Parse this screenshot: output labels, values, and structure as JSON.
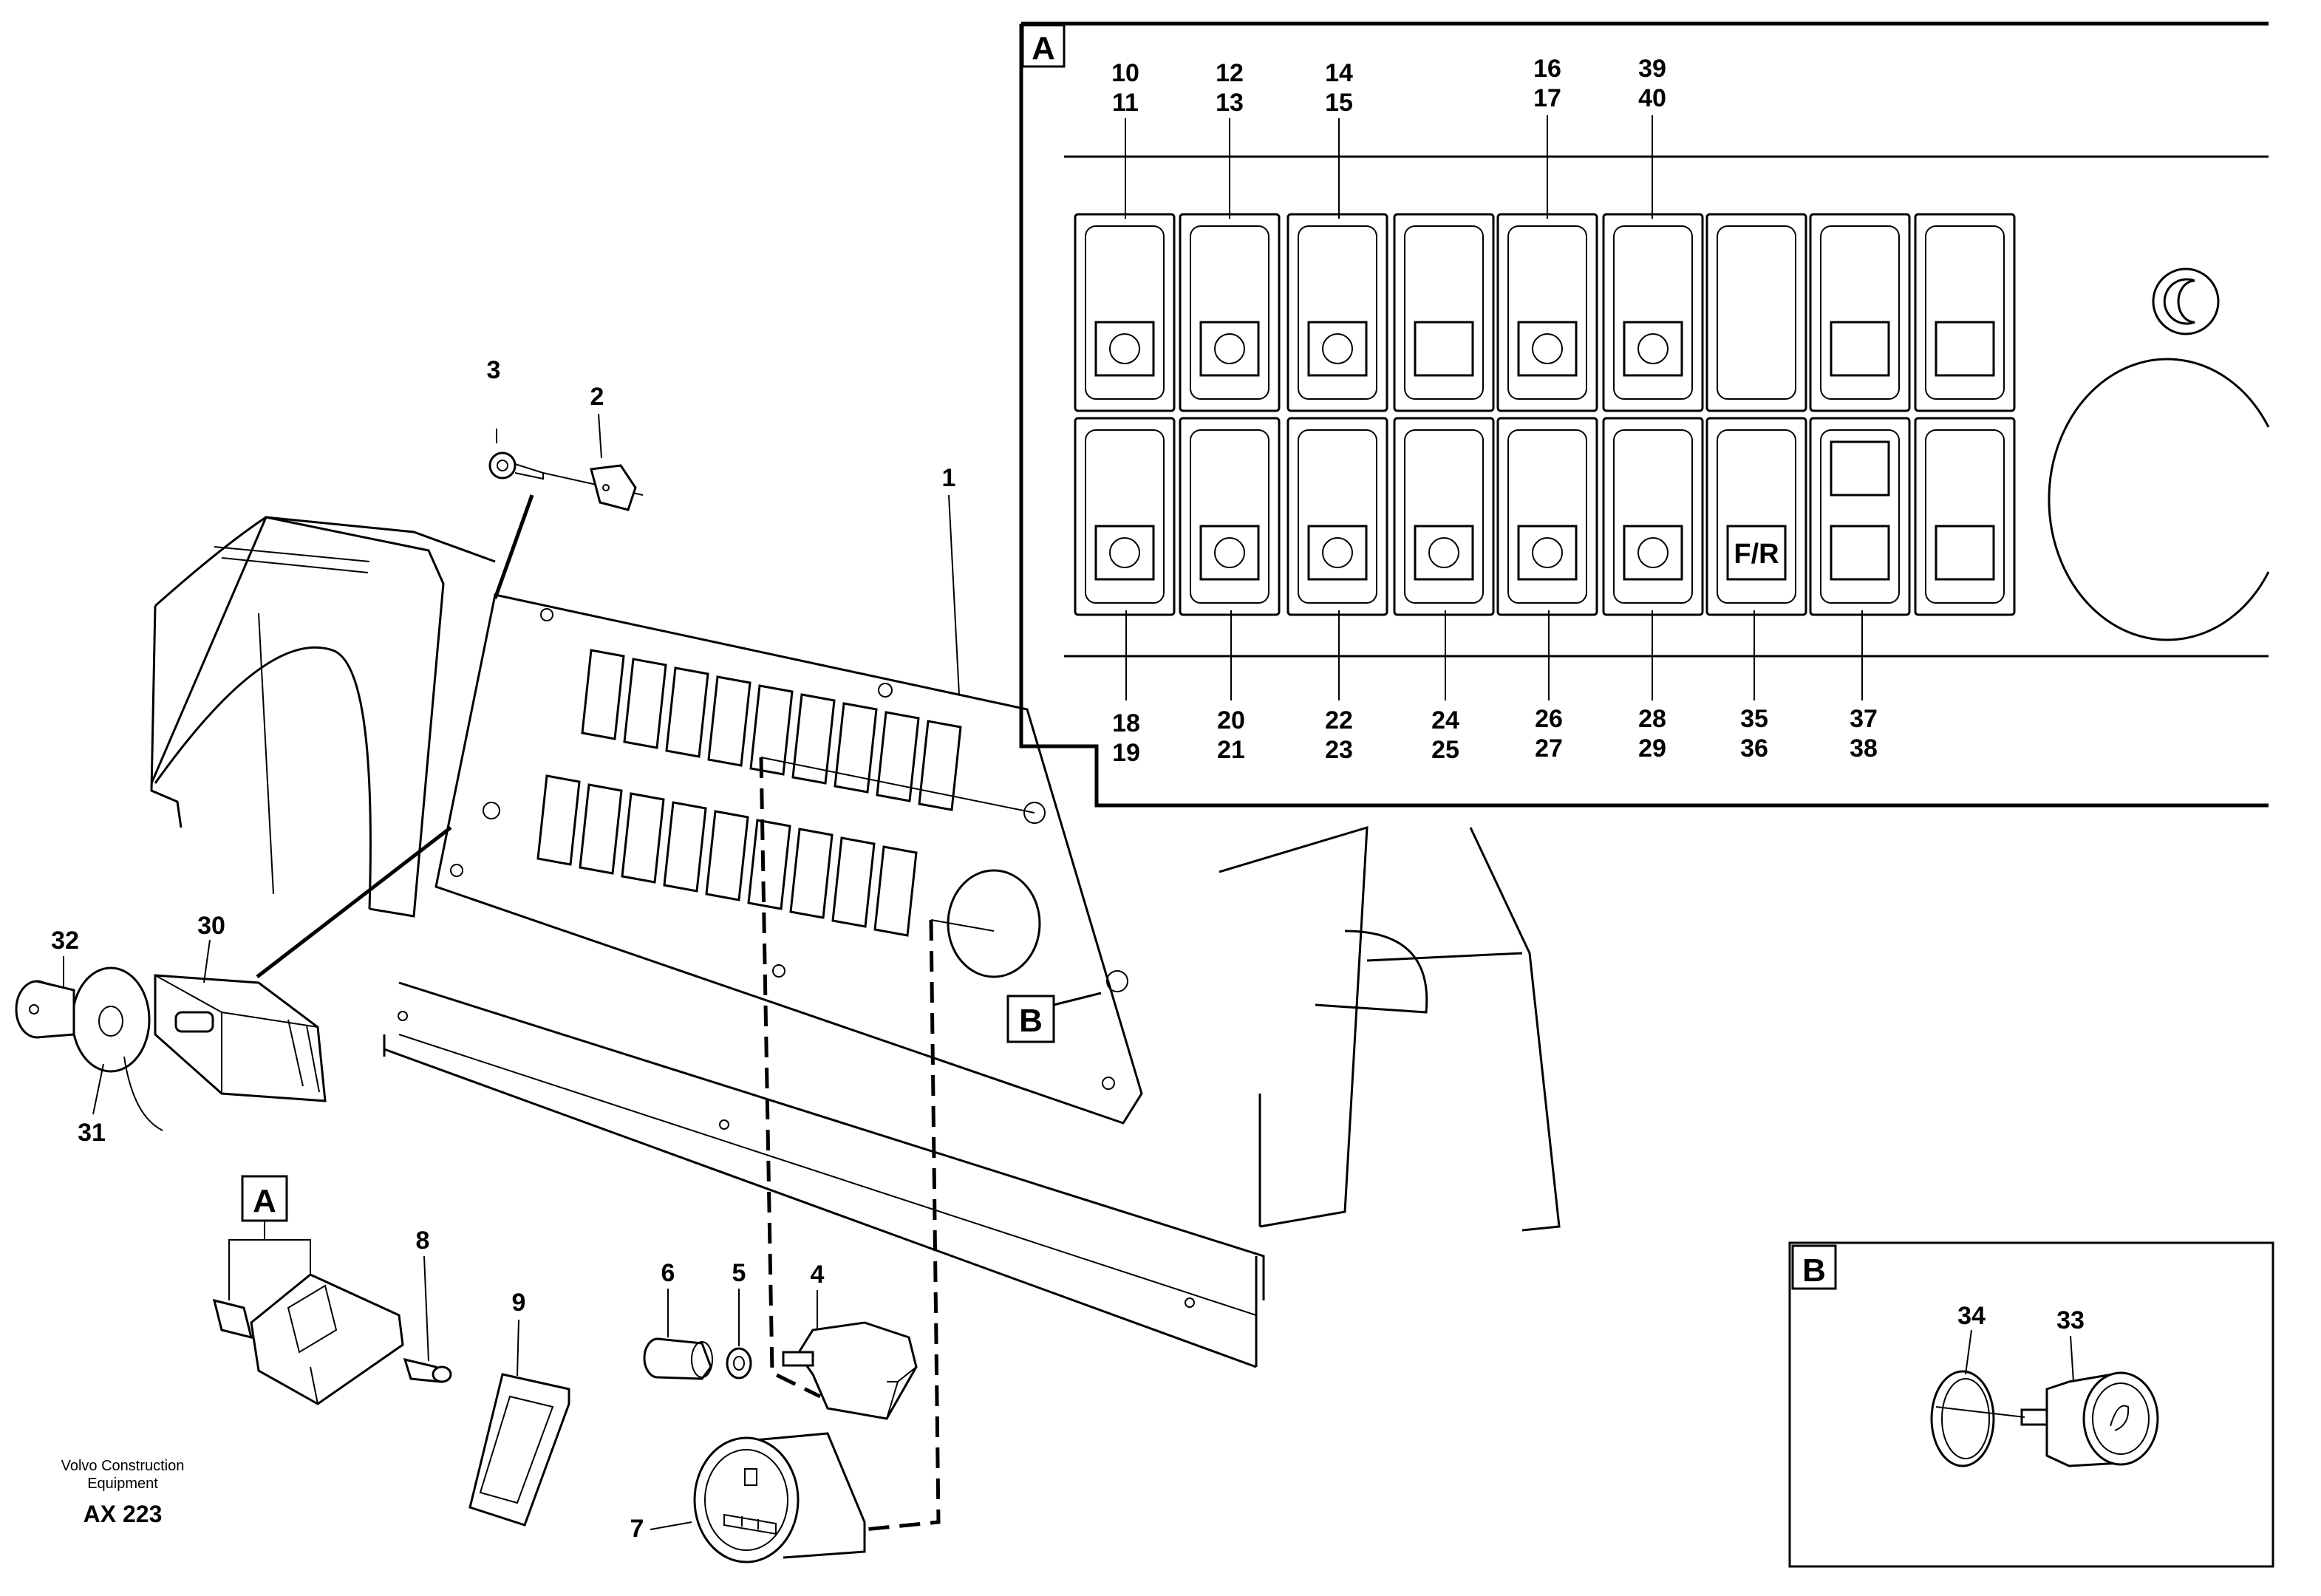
{
  "inset_a": {
    "label": "A",
    "top_labels": [
      {
        "a": "10",
        "b": "11"
      },
      {
        "a": "12",
        "b": "13"
      },
      {
        "a": "14",
        "b": "15"
      },
      {
        "a": "16",
        "b": "17"
      },
      {
        "a": "39",
        "b": "40"
      }
    ],
    "bottom_labels": [
      {
        "a": "18",
        "b": "19"
      },
      {
        "a": "20",
        "b": "21"
      },
      {
        "a": "22",
        "b": "23"
      },
      {
        "a": "24",
        "b": "25"
      },
      {
        "a": "26",
        "b": "27"
      },
      {
        "a": "28",
        "b": "29"
      },
      {
        "a": "35",
        "b": "36"
      },
      {
        "a": "37",
        "b": "38"
      }
    ],
    "fr_text": "F/R"
  },
  "inset_b": {
    "label": "B",
    "part_34": "34",
    "part_33": "33"
  },
  "main": {
    "callouts": {
      "p1": "1",
      "p2": "2",
      "p3": "3",
      "p4": "4",
      "p5": "5",
      "p6": "6",
      "p7": "7",
      "p8": "8",
      "p9": "9",
      "p30": "30",
      "p31": "31",
      "p32": "32"
    },
    "ref_a": "A",
    "ref_b": "B"
  },
  "footer": {
    "line1": "Volvo Construction",
    "line2": "Equipment",
    "code": "AX 223"
  }
}
